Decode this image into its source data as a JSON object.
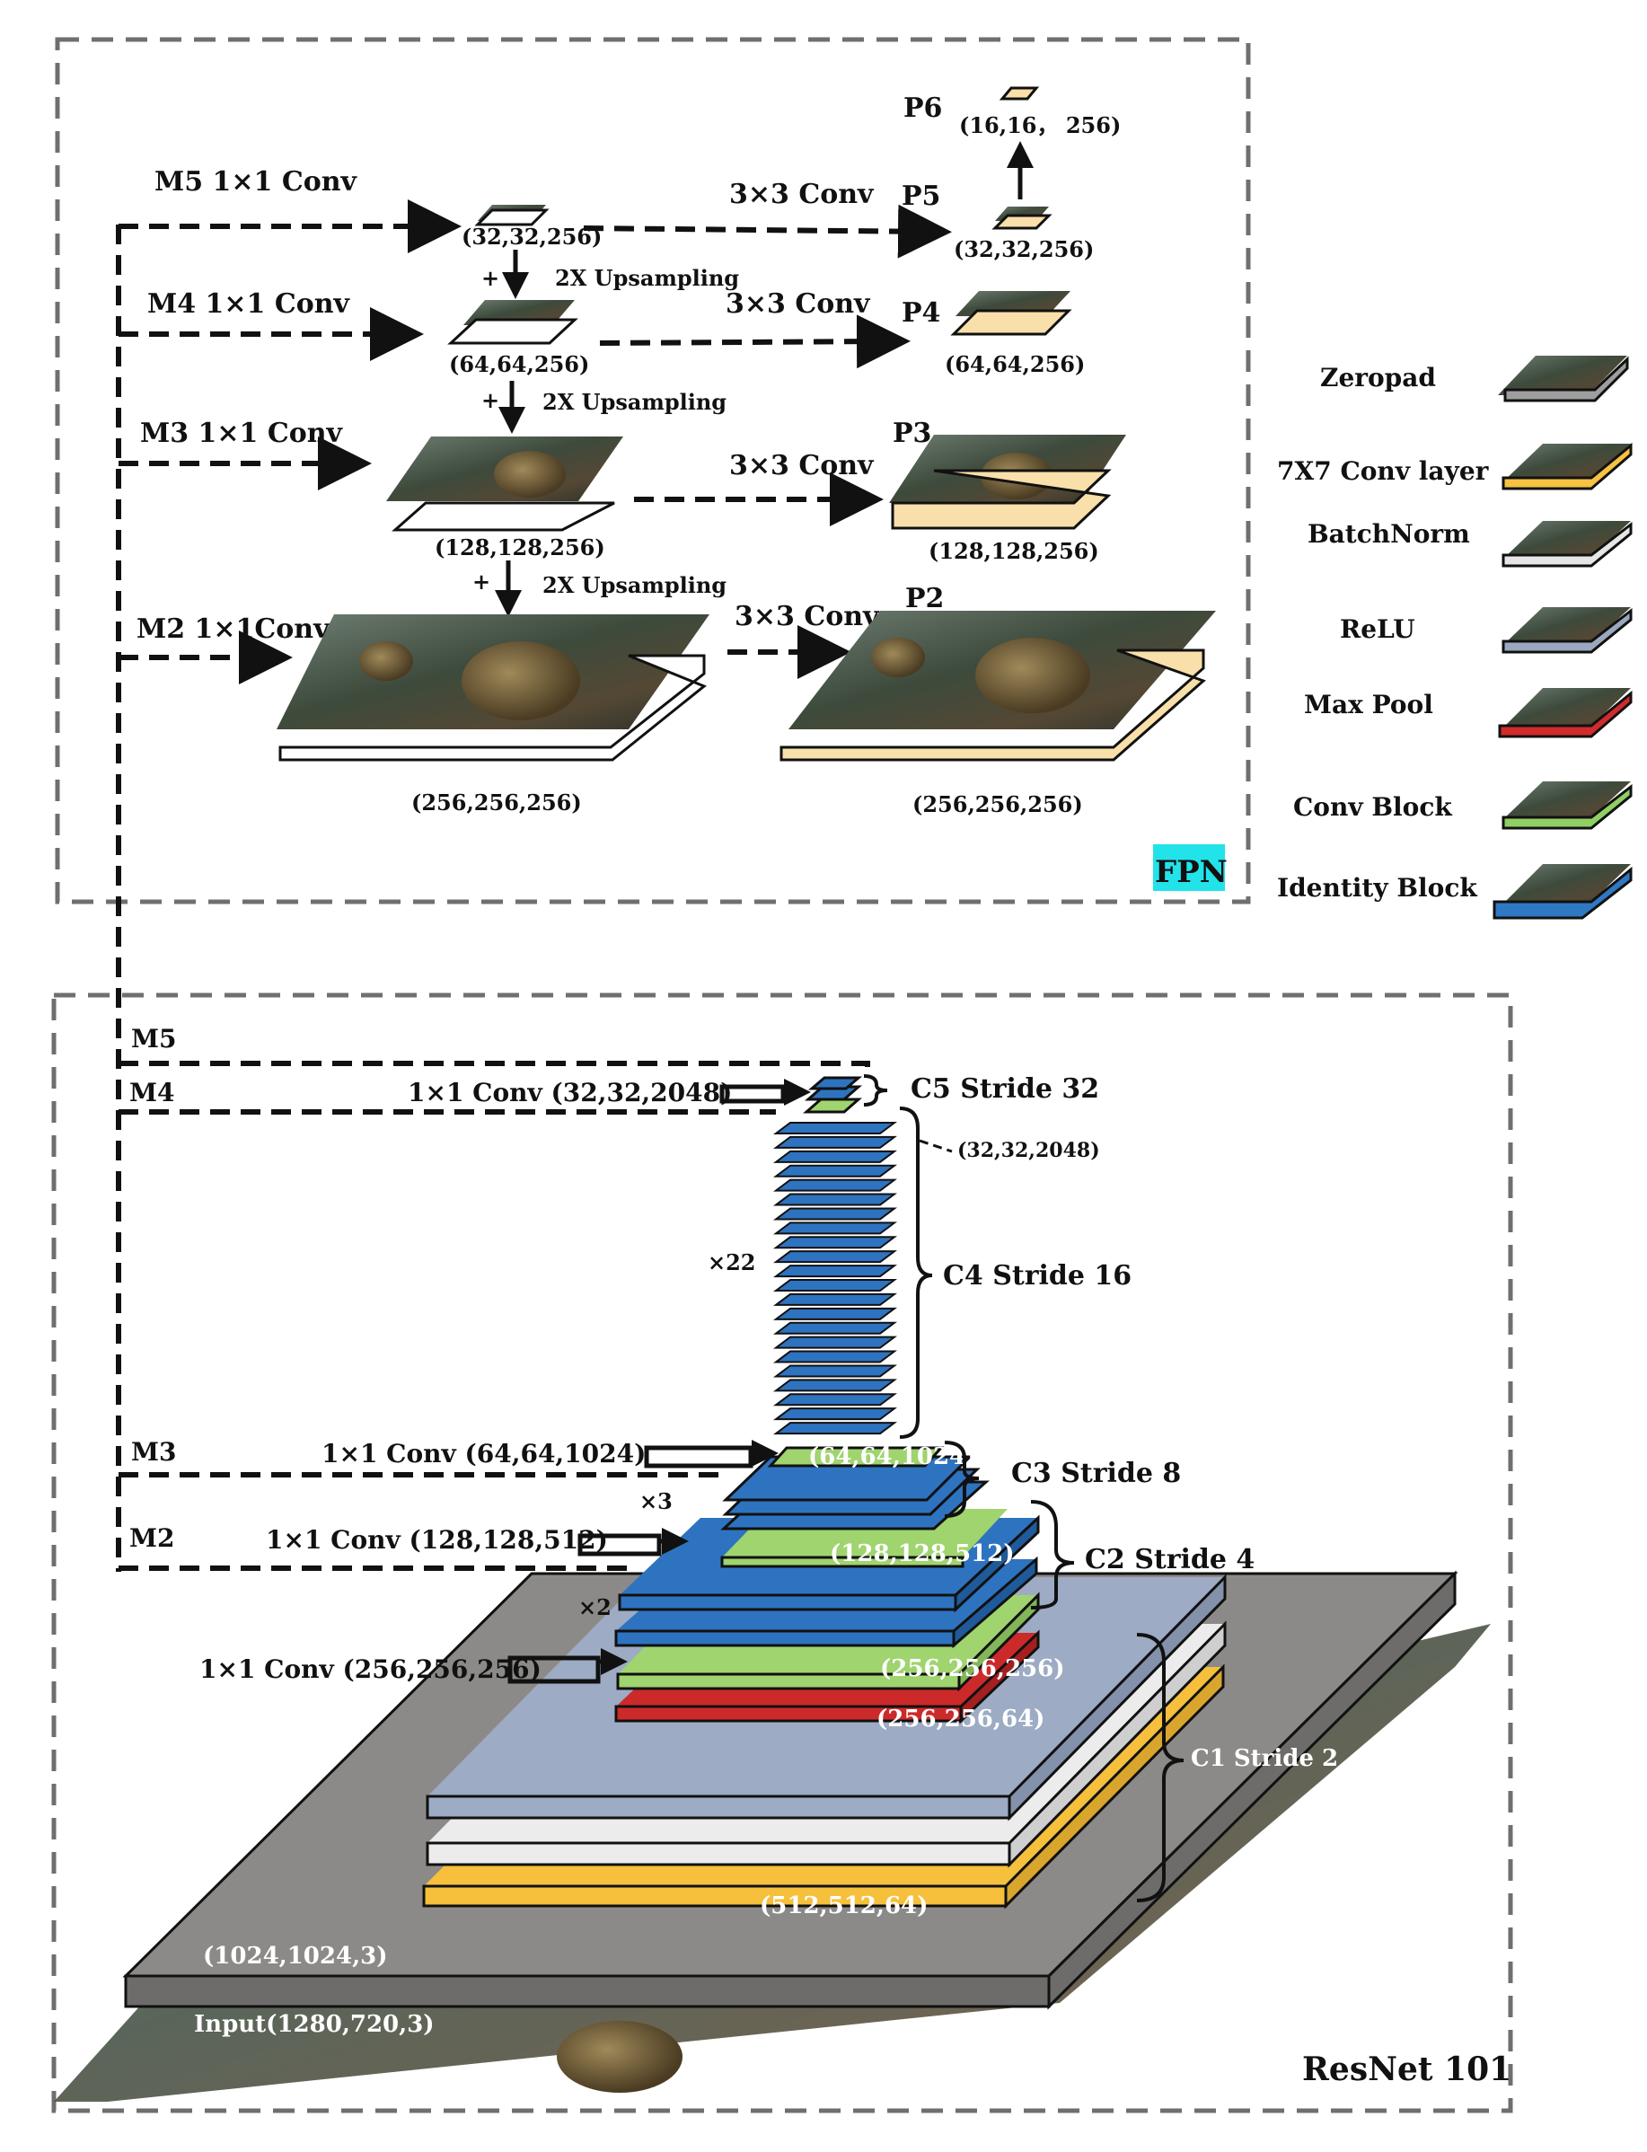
{
  "fpn": {
    "badge": "FPN",
    "m5_label": "M5 1×1 Conv",
    "m4_label": "M4 1×1 Conv",
    "m3_label": "M3 1×1 Conv",
    "m2_label": "M2 1×1Conv",
    "p6_label": "P6",
    "p5_label": "P5",
    "p4_label": "P4",
    "p3_label": "P3",
    "p2_label": "P2",
    "conv3x3_label": "3×3 Conv",
    "upsampling_label": "2X Upsampling",
    "plus": "+",
    "dims": {
      "p6": "(16,16，  256)",
      "m5": "(32,32,256)",
      "p5": "(32,32,256)",
      "m4": "(64,64,256)",
      "p4": "(64,64,256)",
      "m3": "(128,128,256)",
      "p3": "(128,128,256)",
      "m2": "(256,256,256)",
      "p2": "(256,256,256)"
    }
  },
  "legend": {
    "items": [
      {
        "label": "Zeropad",
        "color": "#9e9e9e"
      },
      {
        "label": "7X7 Conv layer",
        "color": "#f5c242"
      },
      {
        "label": "BatchNorm",
        "color": "#e6e6e6"
      },
      {
        "label": "ReLU",
        "color": "#9aa7bf"
      },
      {
        "label": "Max Pool",
        "color": "#d22b2b"
      },
      {
        "label": "Conv Block",
        "color": "#8fcf63"
      },
      {
        "label": "Identity Block",
        "color": "#2f78c4"
      }
    ]
  },
  "resnet": {
    "title": "ResNet 101",
    "m5": "M5",
    "m4": "M4",
    "m3": "M3",
    "m2": "M2",
    "c5_conv": "1×1 Conv  (32,32,2048)",
    "c3_conv": "1×1 Conv  (64,64,1024)",
    "c2_conv": "1×1 Conv (128,128,512)",
    "c1_conv": "1×1 Conv (256,256,256)",
    "c5_label": "C5 Stride 32",
    "c5_dim": "(32,32,2048)",
    "c4_label": "C4 Stride 16",
    "c4_repeat": "×22",
    "c3_label": "C3 Stride 8",
    "c3_dim": "(64,64,1024)",
    "c3_repeat": "×3",
    "c2_label": "C2 Stride 4",
    "c2_dim": "(128,128,512)",
    "c2_repeat": "×2",
    "c1_label": "C1 Stride 2",
    "conv_block_dim": "(256,256,256)",
    "maxpool_dim": "(256,256,64)",
    "conv7_dim": "(512,512,64)",
    "zeropad_dim": "(1024,1024,3)",
    "input_label": "Input(1280,720,3)"
  },
  "colors": {
    "zeropad": "#8c8a88",
    "conv7": "#f6c03c",
    "batchnorm": "#ececec",
    "relu": "#9dabc4",
    "maxpool": "#cc2a2a",
    "convblock": "#9fd46e",
    "identity": "#2e73c0",
    "fpn_plane": "#f9dfa9",
    "badge": "#22e3ea"
  }
}
